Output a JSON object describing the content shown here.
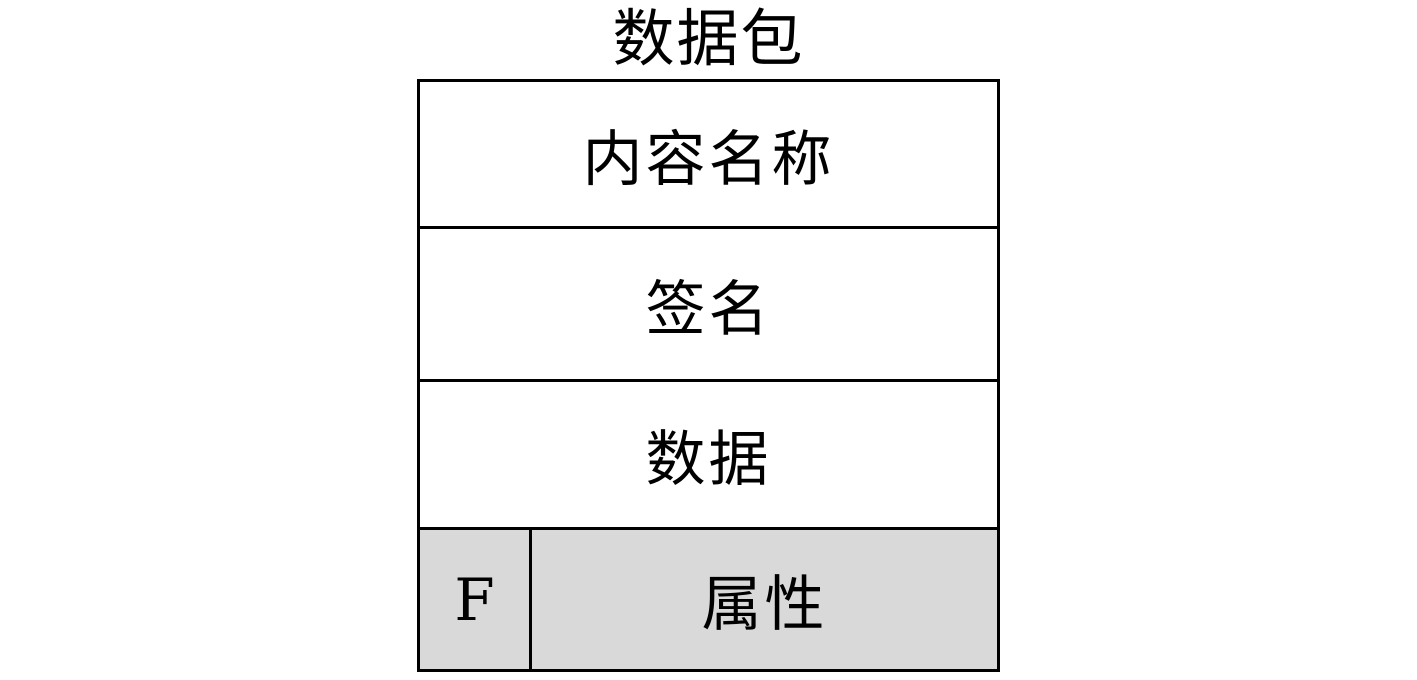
{
  "diagram": {
    "title": "数据包",
    "fields": {
      "content_name": "内容名称",
      "signature": "签名",
      "data": "数据",
      "flag": "F",
      "attributes": "属性"
    },
    "colors": {
      "line": "#000000",
      "background": "#ffffff",
      "attribute_row_fill": "#d9d9d9"
    }
  }
}
